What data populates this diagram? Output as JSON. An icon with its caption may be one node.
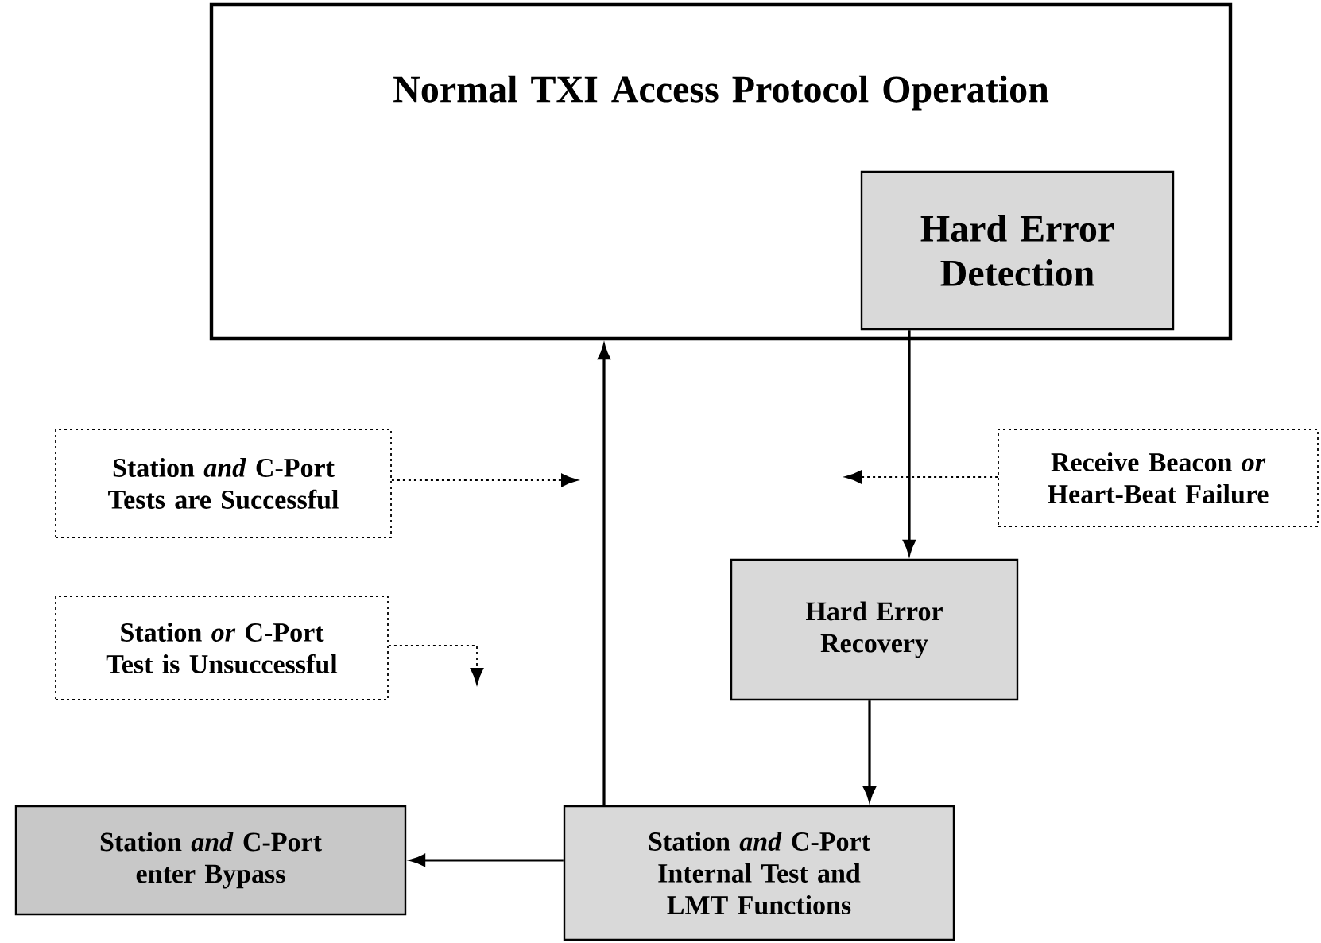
{
  "diagram": {
    "nodes": [
      {
        "text": [
          "Normal TXI Access Protocol Operation"
        ]
      },
      {
        "text": [
          "Hard Error Detection"
        ],
        "in": 0
      },
      {
        "text": [
          "Hard Error Recovery"
        ]
      },
      {
        "text": [
          "Station *and* C-Port Internal Test and LMT Functions"
        ]
      },
      {
        "text": [
          "Station *and* C-Port enter Bypass"
        ]
      },
      {
        "text": [
          "Station *and* C-Port Tests are Successful"
        ]
      },
      {
        "text": [
          "Station *or* C-Port Test is Unsuccessful"
        ]
      },
      {
        "text": [
          "Receive Beacon *or* Heart-Beat Failure"
        ]
      }
    ],
    "edges": [
      {
        "from": 1,
        "to": 2,
        "arrow": "to"
      },
      {
        "from": 2,
        "to": 3,
        "arrow": "to"
      },
      {
        "from": 3,
        "to": 0,
        "arrow": "to"
      },
      {
        "from": 3,
        "to": 4,
        "arrow": "to"
      },
      {
        "from": 5,
        "to": null,
        "arrow": "to",
        "style": "dashed"
      },
      {
        "from": 6,
        "to": null,
        "arrow": "to",
        "style": "dashed"
      },
      {
        "from": 7,
        "to": null,
        "arrow": "to",
        "style": "dashed"
      }
    ]
  }
}
